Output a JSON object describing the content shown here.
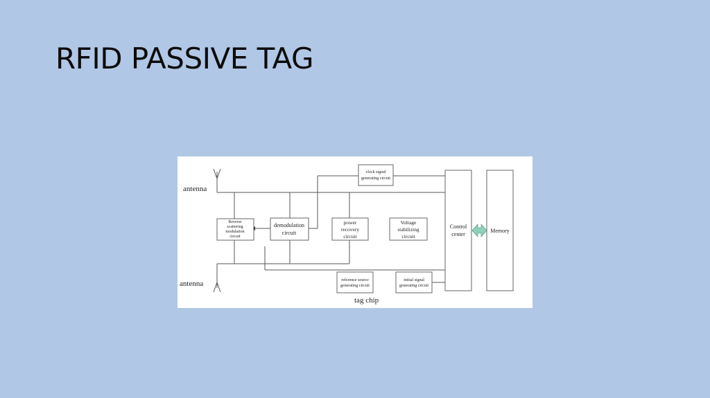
{
  "slide": {
    "title": "RFID PASSIVE TAG"
  },
  "diagram": {
    "antenna_top": "antenna",
    "antenna_bottom": "antenna",
    "blocks": {
      "clock": [
        "clock signal",
        "generating circuit"
      ],
      "reverse": [
        "Reverse",
        "scattering",
        "modulation",
        "circuit"
      ],
      "demod": [
        "demodulation",
        "circuit"
      ],
      "power": [
        "power",
        "recovery",
        "circuit"
      ],
      "voltage": [
        "Voltage",
        "stabilizing",
        "circuit"
      ],
      "control": [
        "Control",
        "center"
      ],
      "memory": [
        "Memory"
      ],
      "refsource": [
        "reference source",
        "generating circuit"
      ],
      "initsignal": [
        "initial signal",
        "generating circuit"
      ]
    },
    "caption": "tag chip",
    "colors": {
      "bus_arrow": "#8fd1b8"
    }
  }
}
